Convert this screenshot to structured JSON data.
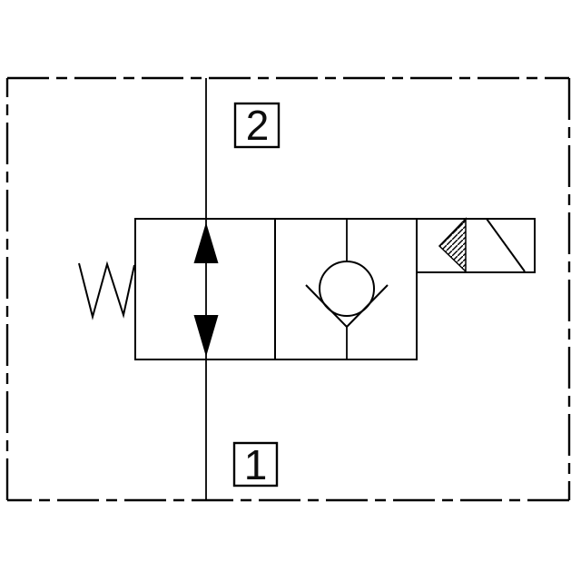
{
  "schematic": {
    "type": "hydraulic-cartridge-valve-symbol",
    "colors": {
      "line": "#000000",
      "background": "#ffffff"
    },
    "ports": {
      "port2": {
        "label": "2"
      },
      "port1": {
        "label": "1"
      }
    },
    "symbols": {
      "boundary": "dash-dot-component-envelope",
      "spring": "spring-zigzag",
      "flow_arrows": "bidirectional-flow-arrows",
      "check_valve": "check-valve-ball-on-seat",
      "solenoid": "solenoid-coil-hatched-wedge-diagonal"
    }
  }
}
